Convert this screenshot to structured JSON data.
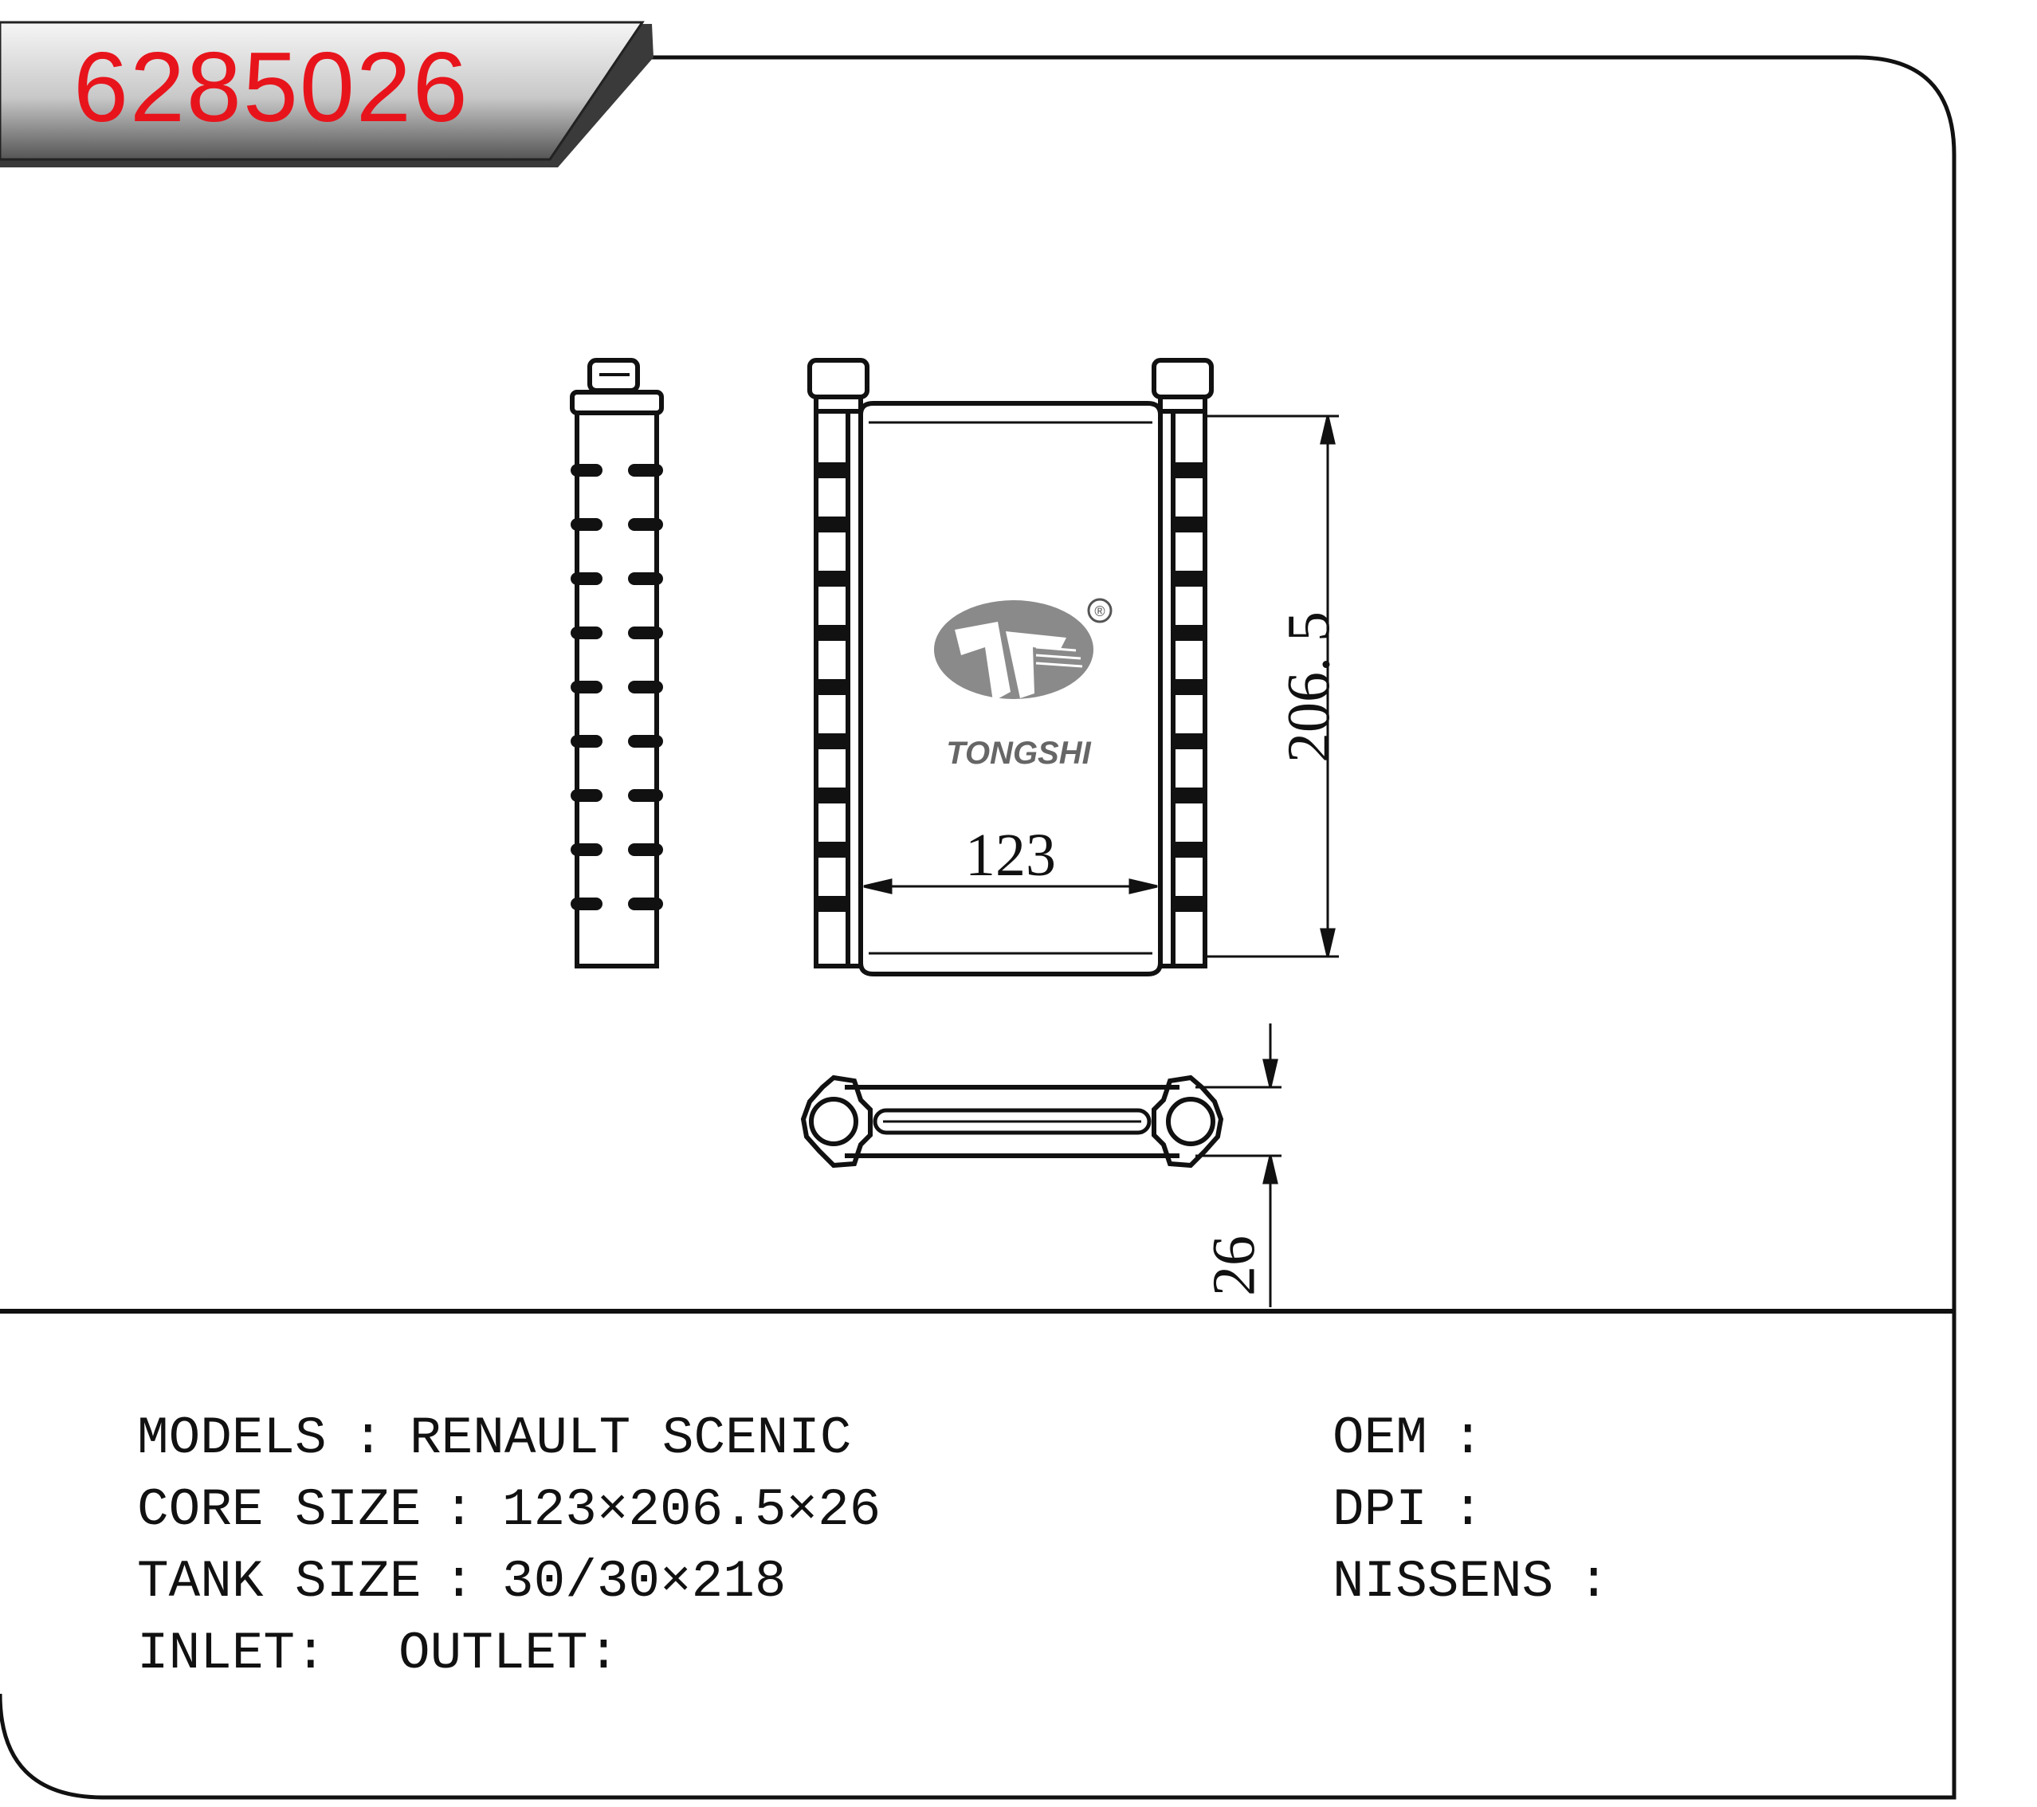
{
  "part_number": "6285026",
  "dimensions": {
    "width": "123",
    "height": "206. 5",
    "thickness": "26"
  },
  "brand": {
    "name": "TONGSHI",
    "registered_mark": "®"
  },
  "specs": {
    "models_label": "MODELS",
    "models_value": "RENAULT SCENIC",
    "core_label": "CORE SIZE",
    "core_value": "123×206.5×26",
    "tank_label": "TANK SIZE",
    "tank_value": "30/30×218",
    "inlet_label": "INLET:",
    "outlet_label": "OUTLET:",
    "separator": ":"
  },
  "references": {
    "oem_label": "OEM",
    "dpi_label": "DPI",
    "nissens_label": "NISSENS",
    "separator": ":"
  },
  "colors": {
    "part_number": "#e8141c",
    "logo_gray": "#8a8a8a",
    "line": "#111111"
  }
}
